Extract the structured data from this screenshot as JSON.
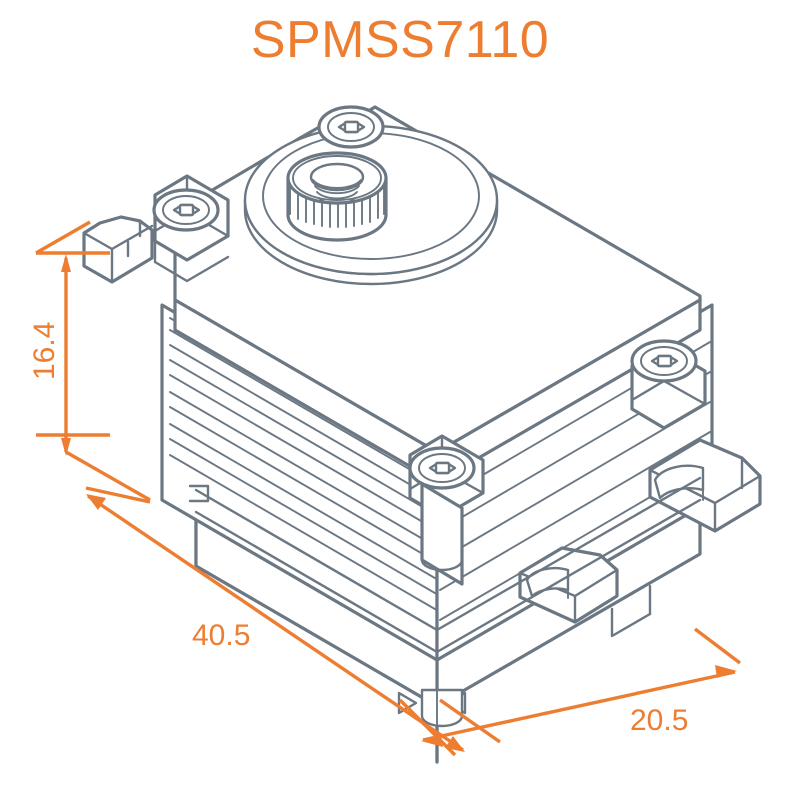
{
  "page": {
    "background_color": "#FFFFFF",
    "accent_color": "#ED7D31",
    "line_color": "#6B7782"
  },
  "header": {
    "title": "SPMSS7110"
  },
  "drawing": {
    "name": "servo-isometric-line-drawing",
    "view": "isometric",
    "subject": "servo",
    "units": "mm"
  },
  "dimensions": {
    "height": {
      "label": "16.4",
      "axis": "height",
      "orientation": "vertical-rotated"
    },
    "length": {
      "label": "40.5",
      "axis": "length",
      "orientation": "diagonal"
    },
    "width": {
      "label": "20.5",
      "axis": "width",
      "orientation": "diagonal"
    }
  },
  "features": {
    "output_spline_shaft": "splined output shaft",
    "shaft_thread": "threaded center bore",
    "shaft_boss_plate": "circular boss plate",
    "mounting_screw_top_rear": "hex socket screw",
    "mounting_screw_top_left": "hex socket screw",
    "mounting_screw_mid_front": "hex socket screw",
    "mounting_screw_mid_right": "hex socket screw",
    "mounting_tab_left": "mounting flange",
    "mounting_tab_right_front": "mounting flange",
    "mounting_tab_right_rear": "mounting flange",
    "heatsink_fins": "case heat-sink fins",
    "bottom_case": "lower case half"
  }
}
